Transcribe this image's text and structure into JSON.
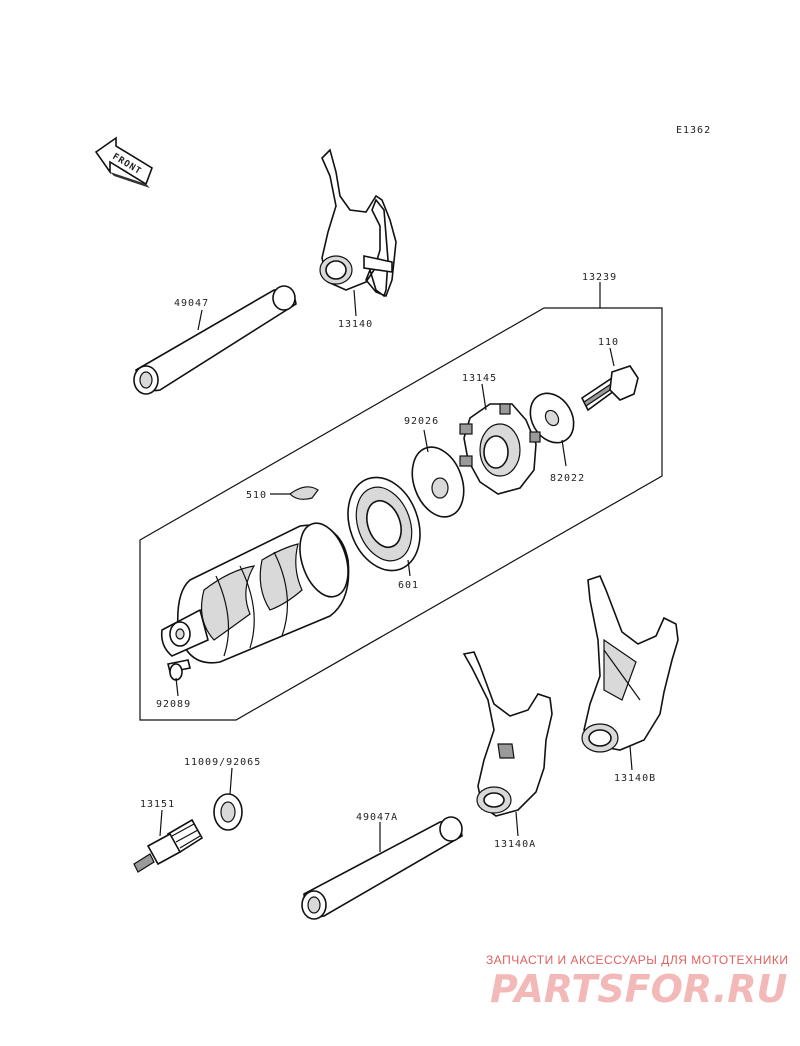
{
  "diagram": {
    "code": "E1362",
    "front_label": "FRONT",
    "parts": [
      {
        "id": "p-13140",
        "label": "13140"
      },
      {
        "id": "p-49047",
        "label": "49047"
      },
      {
        "id": "p-13239",
        "label": "13239"
      },
      {
        "id": "p-110",
        "label": "110"
      },
      {
        "id": "p-13145",
        "label": "13145"
      },
      {
        "id": "p-92026",
        "label": "92026"
      },
      {
        "id": "p-82022",
        "label": "82022"
      },
      {
        "id": "p-510",
        "label": "510"
      },
      {
        "id": "p-601",
        "label": "601"
      },
      {
        "id": "p-92089",
        "label": "92089"
      },
      {
        "id": "p-11009",
        "label": "11009/92065"
      },
      {
        "id": "p-13151",
        "label": "13151"
      },
      {
        "id": "p-49047A",
        "label": "49047A"
      },
      {
        "id": "p-13140A",
        "label": "13140A"
      },
      {
        "id": "p-13140B",
        "label": "13140B"
      }
    ]
  },
  "watermark": {
    "tagline": "ЗАПЧАСТИ И АКСЕССУАРЫ ДЛЯ МОТОТЕХНИКИ",
    "brand": "PARTSFOR.RU"
  }
}
